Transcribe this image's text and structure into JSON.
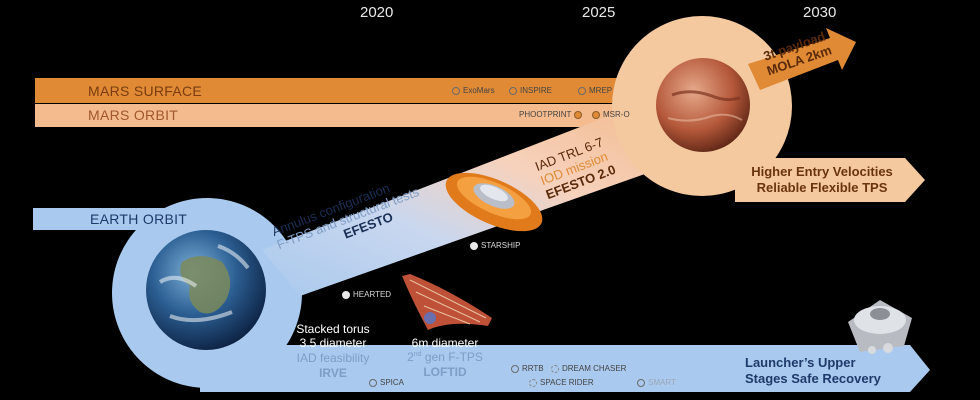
{
  "years": [
    "2020",
    "2025",
    "2030"
  ],
  "bands": {
    "mars_surface": "MARS SURFACE",
    "mars_orbit": "MARS ORBIT",
    "earth_orbit": "EARTH ORBIT"
  },
  "missions": {
    "exomars": "ExoMars",
    "inspire": "INSPIRE",
    "mrep": "MREP",
    "phootprint": "PHOOTPRINT",
    "msr_o": "MSR-O",
    "starship": "STARSHIP",
    "hearted": "HEARTED",
    "spica": "SPICA",
    "rrtb": "RRTB",
    "dream_chaser": "DREAM CHASER",
    "space_rider": "SPACE RIDER",
    "smart": "SMART"
  },
  "steps": {
    "irve": {
      "line1": "Stacked torus",
      "line2": "3.5 diameter",
      "line3": "IAD feasibility",
      "name": "IRVE"
    },
    "loftid": {
      "line1": "6m diameter",
      "line2_sup": "nd",
      "line2_pre": "2",
      "line2_post": " gen F-TPS",
      "name": "LOFTID"
    },
    "efesto": {
      "line1": "Annulus configuration",
      "line2": "F-TPS and structural tests",
      "name": "EFESTO"
    },
    "efesto2": {
      "line1": "IAD TRL 6-7",
      "line2": "IOD mission",
      "name": "EFESTO 2.0"
    }
  },
  "arrows": {
    "payload": [
      "3t payload",
      "MOLA 2km"
    ],
    "entry": [
      "Higher Entry Velocities",
      "Reliable Flexible TPS"
    ],
    "launcher": [
      "Launcher’s Upper",
      "Stages Safe Recovery"
    ]
  },
  "colors": {
    "orange": "#e08a35",
    "peach": "#f3bb8e",
    "light_blue": "#a9c9ee",
    "dark_text": "#1f3a6a",
    "brown_text": "#6b3410"
  }
}
